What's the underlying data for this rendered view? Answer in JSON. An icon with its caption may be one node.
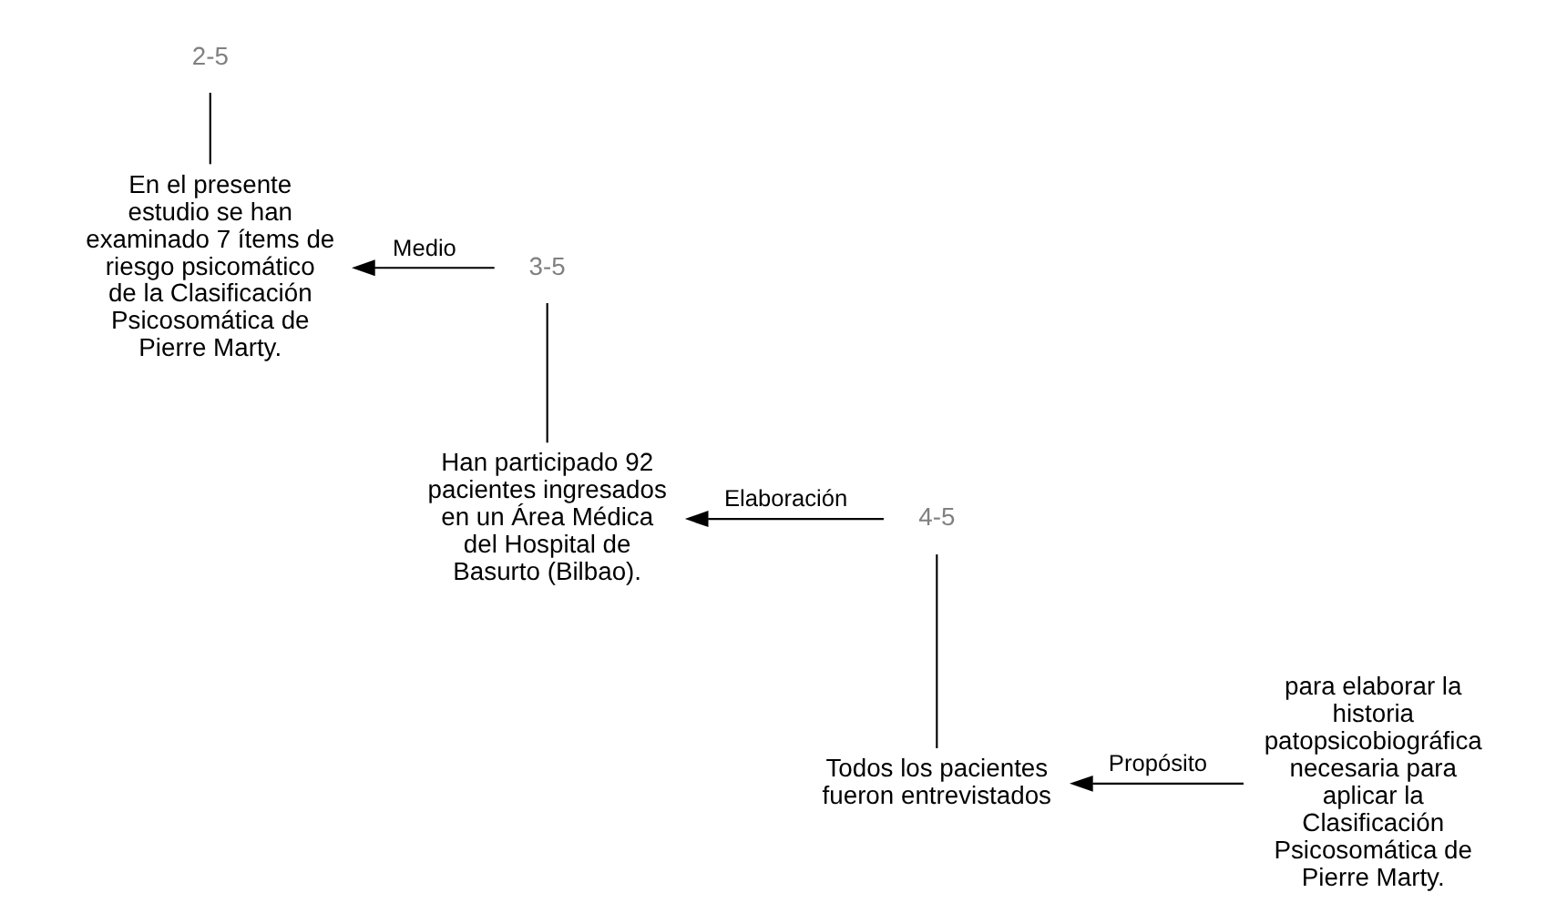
{
  "diagram": {
    "nodes": [
      {
        "text": [
          "2-5"
        ]
      },
      {
        "text": [
          "En el presente estudio se han examinado 7 ítems de riesgo psicomático de la Clasificación Psicosomática de Pierre Marty."
        ]
      },
      {
        "text": [
          "3-5"
        ]
      },
      {
        "text": [
          "Han participado 92 pacientes ingresados en un Área Médica del Hospital de Basurto (Bilbao)."
        ]
      },
      {
        "text": [
          "4-5"
        ]
      },
      {
        "text": [
          "Todos los pacientes fueron entrevistados"
        ]
      },
      {
        "text": [
          "para elaborar la historia patopsicobiográfica necesaria para aplicar la Clasificación Psicosomática de Pierre Marty."
        ]
      }
    ],
    "edges": [
      {
        "from": 0,
        "to": 1,
        "arrow": "none"
      },
      {
        "from": 2,
        "to": 1,
        "arrow": "to",
        "label": "Medio"
      },
      {
        "from": 2,
        "to": 3,
        "arrow": "none"
      },
      {
        "from": 4,
        "to": 3,
        "arrow": "to",
        "label": "Elaboración"
      },
      {
        "from": 4,
        "to": 5,
        "arrow": "none"
      },
      {
        "from": 6,
        "to": 5,
        "arrow": "to",
        "label": "Propósito"
      }
    ]
  }
}
